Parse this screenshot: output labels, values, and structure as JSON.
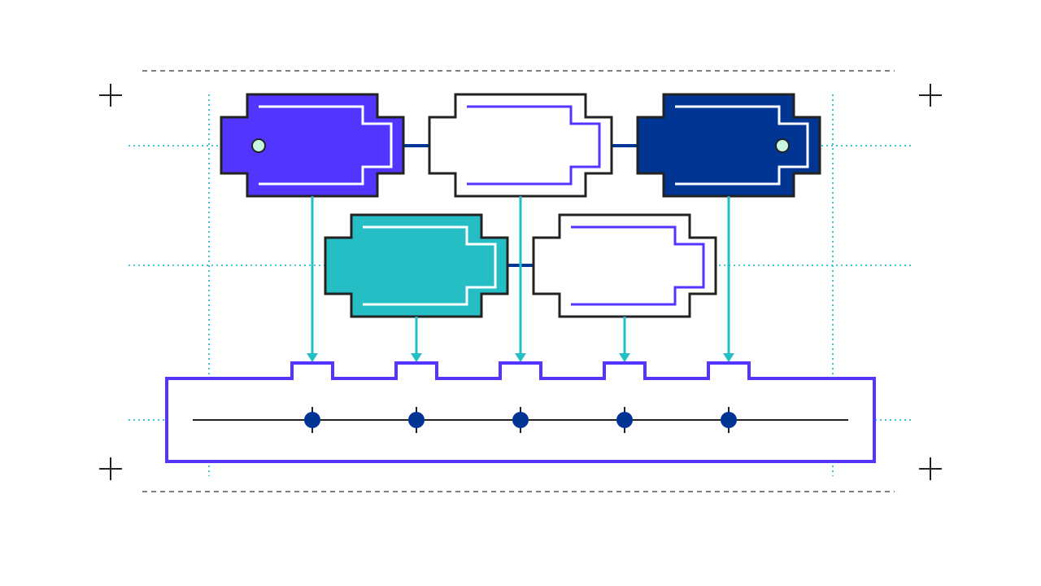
{
  "diagram": {
    "colors": {
      "background": "#ffffff",
      "outline": "#222222",
      "violet": "#5236ff",
      "navy": "#003594",
      "teal": "#26bec5",
      "mint": "#c8f5e0",
      "white": "#ffffff"
    },
    "modules": [
      {
        "name": "module-violet",
        "fill": "violet",
        "inner_line": "white",
        "port": "left"
      },
      {
        "name": "module-white-top",
        "fill": "white",
        "inner_line": "violet",
        "port": "none"
      },
      {
        "name": "module-navy",
        "fill": "navy",
        "inner_line": "white",
        "port": "right"
      },
      {
        "name": "module-teal",
        "fill": "teal",
        "inner_line": "white",
        "port": "none"
      },
      {
        "name": "module-white-bottom",
        "fill": "white",
        "inner_line": "violet",
        "port": "none"
      }
    ],
    "base_rail": {
      "slots": 5,
      "nodes": 5,
      "outline": "violet"
    },
    "connectors": {
      "count": 5,
      "color": "teal"
    }
  }
}
